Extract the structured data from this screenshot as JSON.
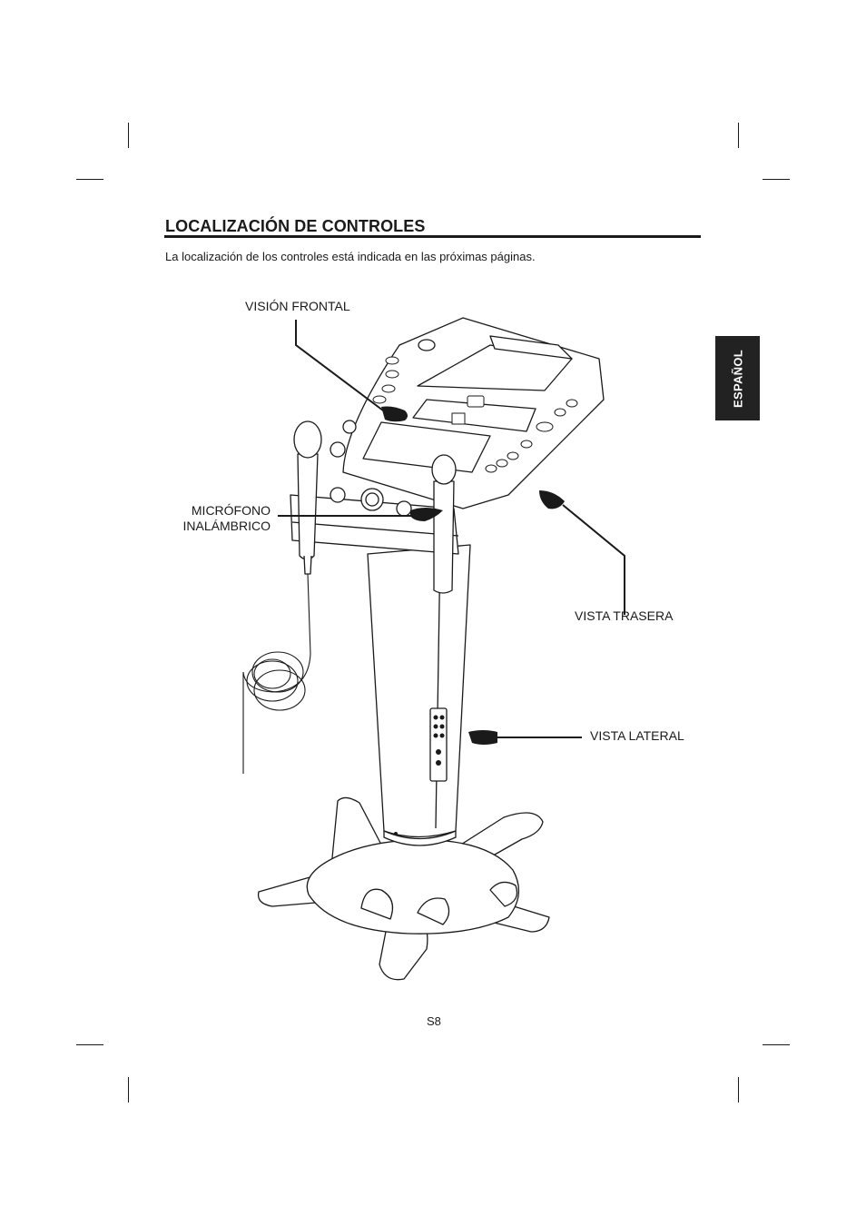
{
  "section": {
    "title": "LOCALIZACIÓN DE CONTROLES",
    "intro": "La localización de los controles está indicada en las próximas páginas."
  },
  "side_tab": {
    "label": "ESPAÑOL"
  },
  "callouts": {
    "front": "VISIÓN FRONTAL",
    "mic_line1": "MICRÓFONO",
    "mic_line2": "INALÁMBRICO",
    "rear": "VISTA TRASERA",
    "side": "VISTA LATERAL"
  },
  "page_number": "S8",
  "illustration": {
    "subject": "karaoke machine on pedestal stand with wired microphone",
    "pointer_icon": "pointing-hand-icon"
  }
}
